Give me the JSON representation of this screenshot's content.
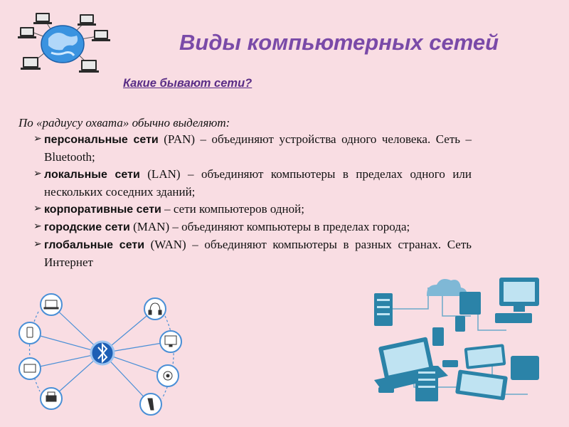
{
  "slide": {
    "title": "Виды компьютерных сетей",
    "subtitle": "Какие бывают сети?",
    "intro": "По «радиусу охвата» обычно выделяют:",
    "bullets": [
      {
        "term": "персональные сети",
        "text": " (PAN) – объединяют устройства одного человека. Сеть – Bluetooth;"
      },
      {
        "term": "локальные сети",
        "text": " (LAN) – объединяют компьютеры в пределах одного или нескольких соседних зданий;"
      },
      {
        "term": "корпоративные сети",
        "text": " – сети компьютеров одной;"
      },
      {
        "term": "городские сети",
        "text": " (MAN) – объединяют компьютеры в пределах города;"
      },
      {
        "term": "глобальные сети",
        "text": " (WAN) – объединяют компьютеры в разных странах. Сеть Интернет"
      }
    ]
  },
  "colors": {
    "background": "#f9dde3",
    "title": "#7a4aa8",
    "subtitle": "#5a2d86",
    "bluetooth": "#1d5fb5",
    "devices": "#2b83a8"
  },
  "icons": {
    "top_left": "globe-network-icon",
    "bottom_left": "bluetooth-network-icon",
    "bottom_right": "devices-cloud-icon"
  }
}
